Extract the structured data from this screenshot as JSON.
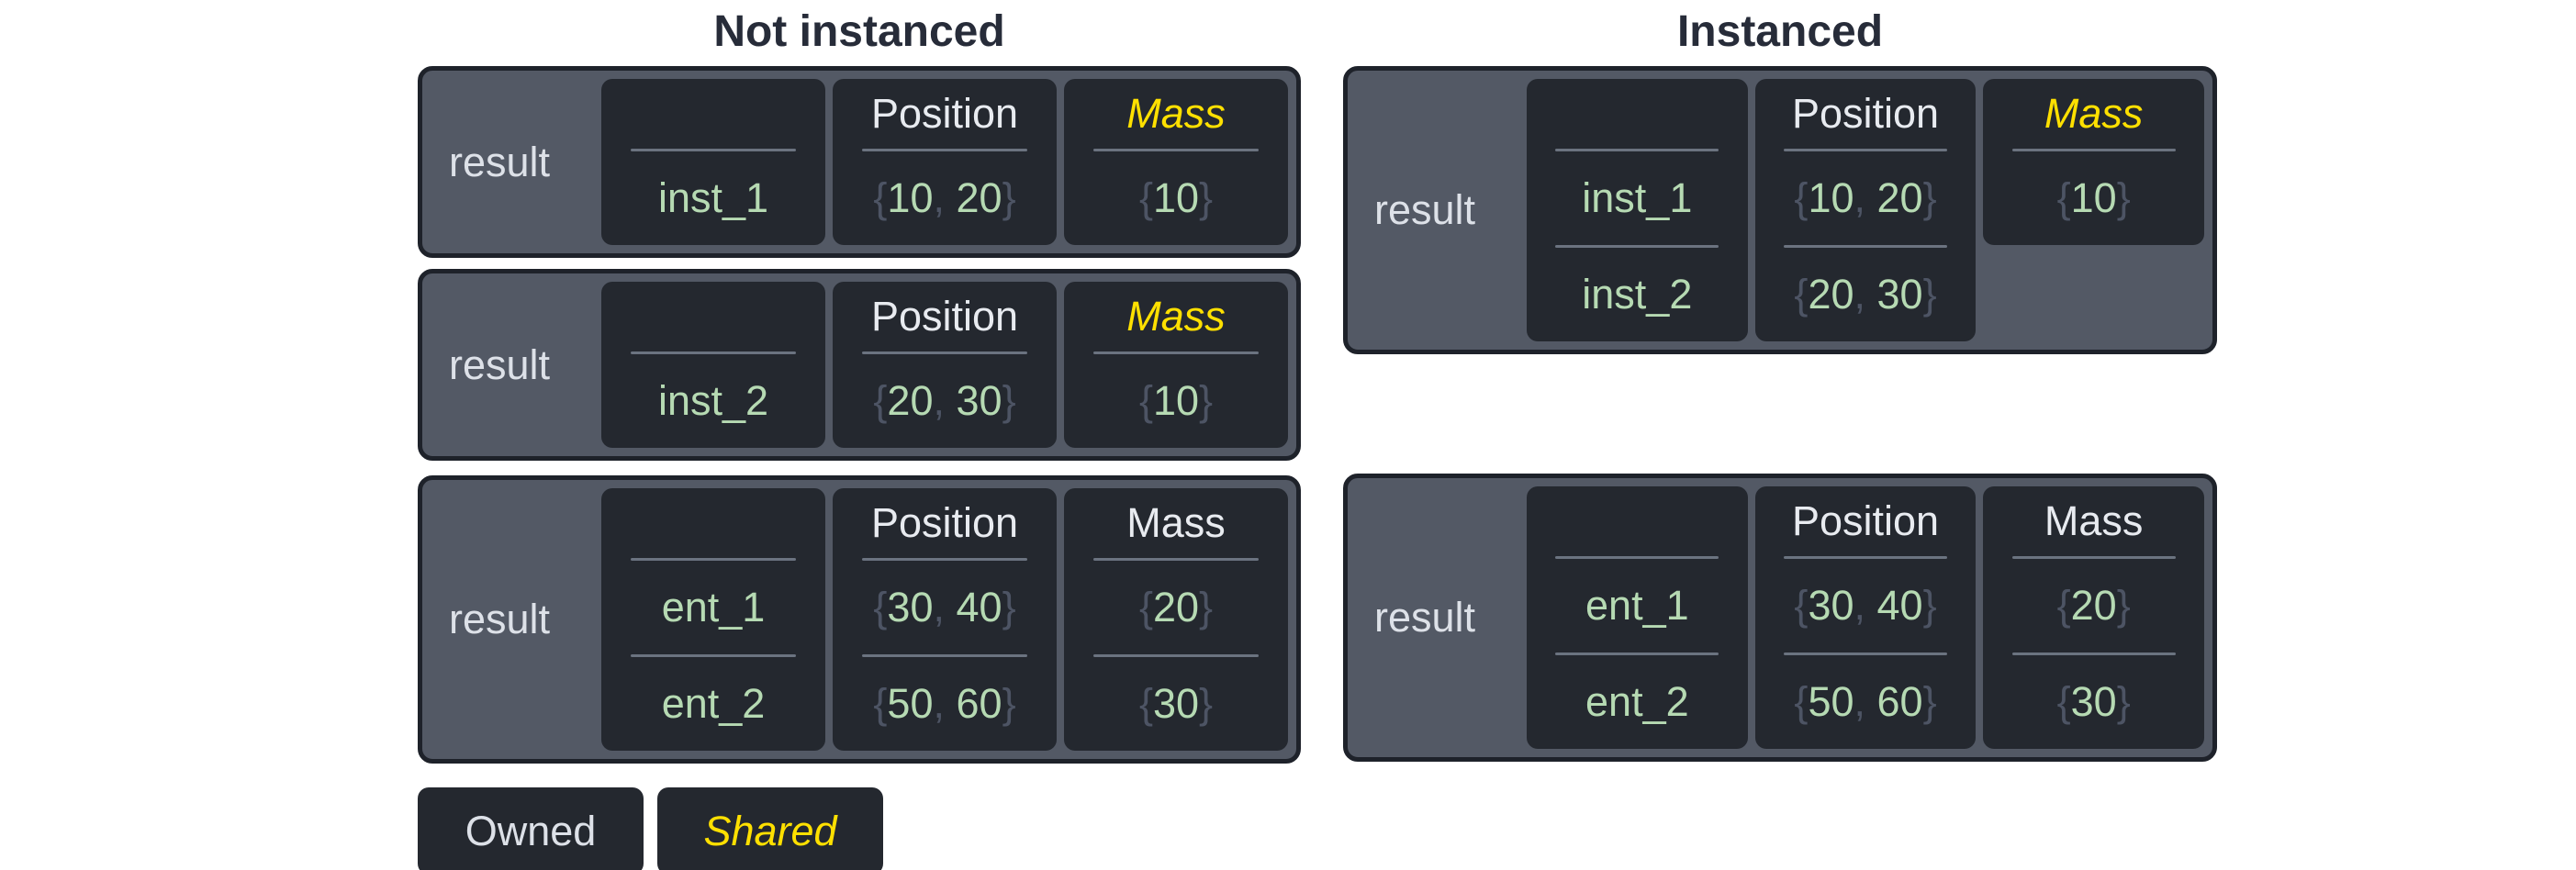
{
  "titles": {
    "left": "Not instanced",
    "right": "Instanced"
  },
  "result_label": "result",
  "headers": {
    "blank": "",
    "position": "Position",
    "mass": "Mass"
  },
  "punct": {
    "open": "{",
    "close": "}",
    "sep": ", "
  },
  "left_box1": {
    "name": "inst_1",
    "pos": [
      "10",
      "20"
    ],
    "mass": "10"
  },
  "left_box2": {
    "name": "inst_2",
    "pos": [
      "20",
      "30"
    ],
    "mass": "10"
  },
  "left_box3": {
    "rows": [
      {
        "name": "ent_1",
        "pos": [
          "30",
          "40"
        ],
        "mass": "20"
      },
      {
        "name": "ent_2",
        "pos": [
          "50",
          "60"
        ],
        "mass": "30"
      }
    ]
  },
  "right_box1": {
    "rows": [
      {
        "name": "inst_1",
        "pos": [
          "10",
          "20"
        ]
      },
      {
        "name": "inst_2",
        "pos": [
          "20",
          "30"
        ]
      }
    ],
    "mass": "10"
  },
  "right_box2": {
    "rows": [
      {
        "name": "ent_1",
        "pos": [
          "30",
          "40"
        ],
        "mass": "20"
      },
      {
        "name": "ent_2",
        "pos": [
          "50",
          "60"
        ],
        "mass": "30"
      }
    ]
  },
  "legend": {
    "owned": "Owned",
    "shared": "Shared"
  },
  "colors": {
    "page_bg": "#ffffff",
    "title_text": "#272c39",
    "box_bg": "#535965",
    "box_border": "#1e222a",
    "cell_bg": "#24282f",
    "label_text": "#dde1e8",
    "header_text": "#e8ebf0",
    "value_green": "#b6dab3",
    "brace_gray": "#4d5464",
    "divider_gray": "#6b7380",
    "shared_yellow": "#ffe000"
  }
}
